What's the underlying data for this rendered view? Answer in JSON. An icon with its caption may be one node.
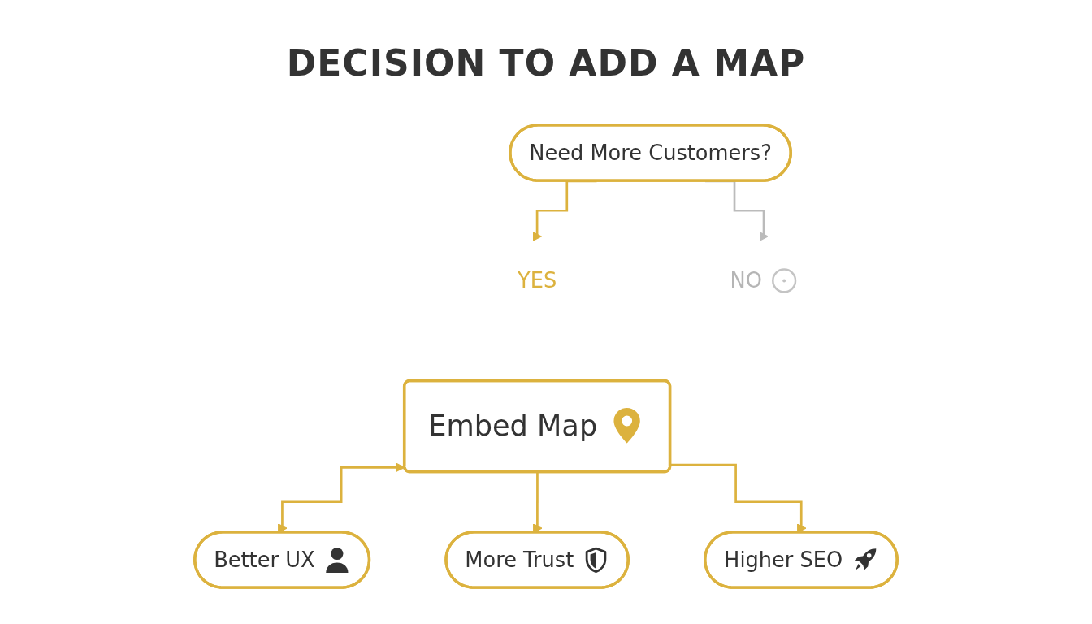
{
  "diagram": {
    "title": "DECISION TO ADD A MAP",
    "nodes": [
      {
        "text": [
          "Need More Customers?"
        ]
      },
      {
        "text": [
          "NO"
        ]
      },
      {
        "text": [
          "YES"
        ]
      },
      {
        "text": [
          "Embed Map"
        ]
      },
      {
        "text": [
          "Better UX"
        ]
      },
      {
        "text": [
          "More Trust"
        ]
      },
      {
        "text": [
          "Higher SEO"
        ]
      }
    ],
    "edges": [
      {
        "from": 0,
        "to": 1,
        "arrow": "to",
        "color": "#bbbbbb"
      },
      {
        "from": 0,
        "to": 2,
        "arrow": "to"
      },
      {
        "from": 3,
        "to": 4,
        "arrow": "both"
      },
      {
        "from": 3,
        "to": 5,
        "arrow": "to"
      },
      {
        "from": 3,
        "to": 6,
        "arrow": "to"
      }
    ]
  }
}
